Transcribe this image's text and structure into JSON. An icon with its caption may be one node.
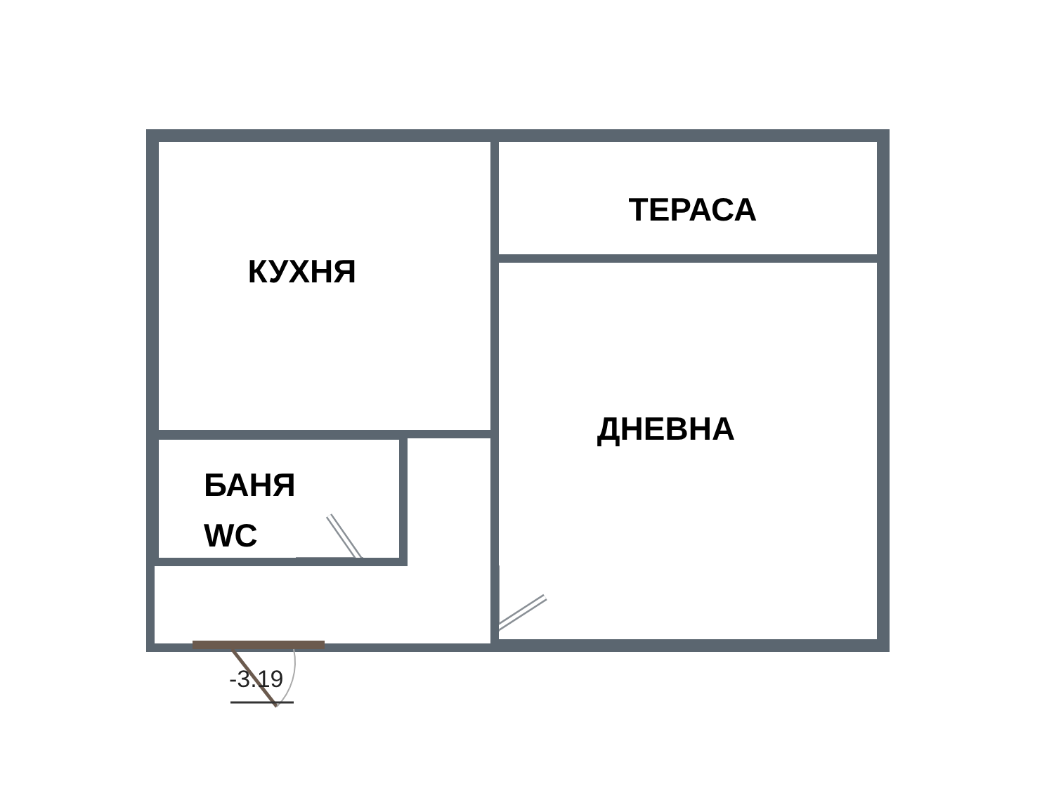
{
  "diagram": {
    "nodes": [
      {
        "text": [
          "КУХНЯ"
        ]
      },
      {
        "text": [
          "ТЕРАСА"
        ]
      },
      {
        "text": [
          "ДНЕВНА"
        ]
      },
      {
        "text": [
          "БАНЯ WC"
        ]
      }
    ],
    "labels": [
      "-3.19"
    ]
  }
}
